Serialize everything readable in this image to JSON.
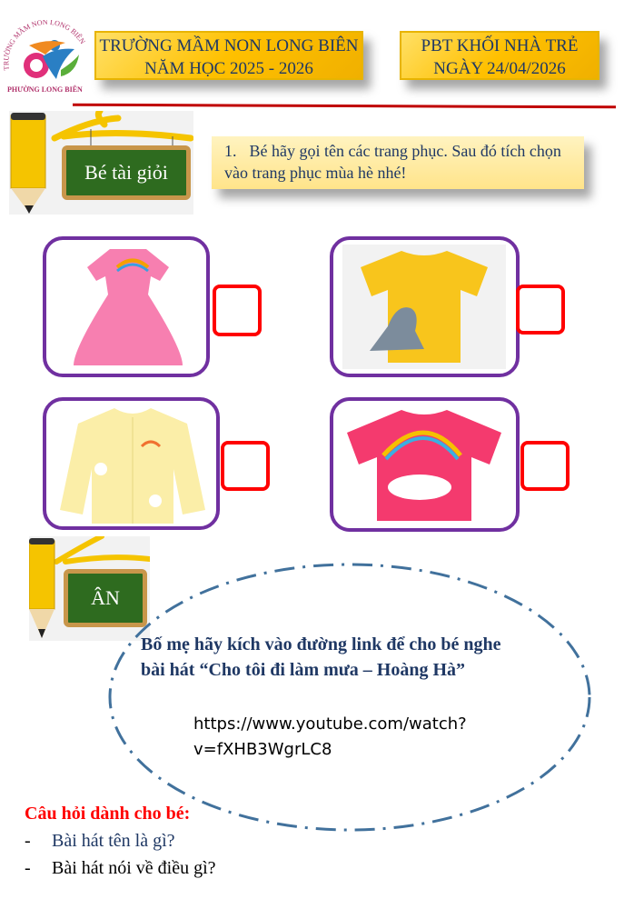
{
  "logo": {
    "arc_text": "TRƯỜNG MẦM NON LONG BIÊN",
    "bottom_text": "PHƯỜNG LONG BIÊN"
  },
  "header": {
    "school_line1": "TRƯỜNG MẦM NON LONG BIÊN",
    "school_line2": "NĂM HỌC 2025 - 2026",
    "sheet_line1": "PBT KHỐI NHÀ TRẺ",
    "sheet_line2": "NGÀY 24/04/2026"
  },
  "section1": {
    "sign": "Bé tài giỏi",
    "number": "1.",
    "instruction": "Bé hãy gọi tên các trang phục. Sau đó tích chọn vào trang phục mùa hè nhé!"
  },
  "items": [
    {
      "name": "pink-dress"
    },
    {
      "name": "yellow-dino-tshirt"
    },
    {
      "name": "yellow-cardigan"
    },
    {
      "name": "pink-unicorn-tshirt"
    }
  ],
  "section2": {
    "sign": "ÂN",
    "message_line1": "Bố mẹ hãy kích vào đường link để cho bé nghe",
    "message_line2": "bài hát “Cho tôi đi làm mưa – Hoàng Hà”",
    "url_line1": "https://www.youtube.com/watch?",
    "url_line2": "v=fXHB3WgrLC8"
  },
  "questions": {
    "title": "Câu hỏi dành cho bé:",
    "items": [
      "Bài hát tên là gì?",
      "Bài hát nói về điều gì?"
    ]
  },
  "colors": {
    "accent_purple": "#7030a0",
    "check_red": "#ff0000",
    "navy": "#1f3864"
  }
}
